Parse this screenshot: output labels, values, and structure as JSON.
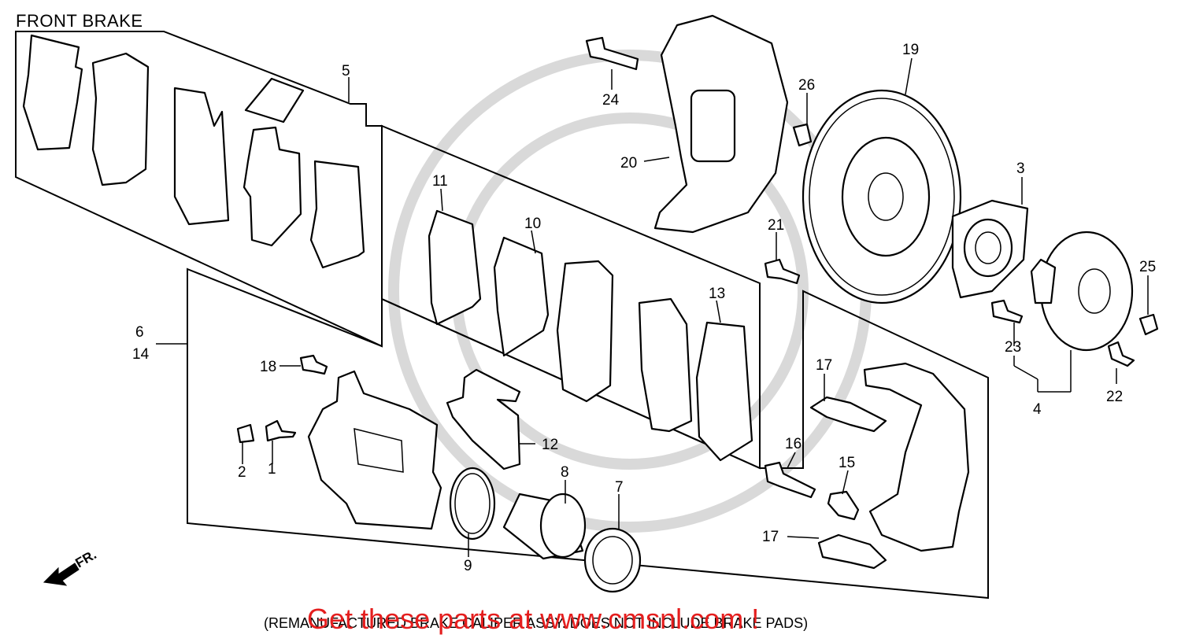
{
  "title": "FRONT BRAKE",
  "footnote": "(REMANUFACTURED BRAKE CALIPER ASSY. DOES NOT INCLUDE BRAKE PADS)",
  "promo_link": "Get these parts at www.cmsnl.com !",
  "direction_label": "FR.",
  "callouts": {
    "c1": "1",
    "c2": "2",
    "c3": "3",
    "c4": "4",
    "c5": "5",
    "c6": "6",
    "c14": "14",
    "c7": "7",
    "c8": "8",
    "c9": "9",
    "c10": "10",
    "c11": "11",
    "c12": "12",
    "c13": "13",
    "c15": "15",
    "c16": "16",
    "c17a": "17",
    "c17b": "17",
    "c18": "18",
    "c19": "19",
    "c20": "20",
    "c21": "21",
    "c22": "22",
    "c23": "23",
    "c24": "24",
    "c25": "25",
    "c26": "26"
  },
  "colors": {
    "line": "#000000",
    "promo": "#e41e1e",
    "watermark": "#d9d9d9"
  }
}
